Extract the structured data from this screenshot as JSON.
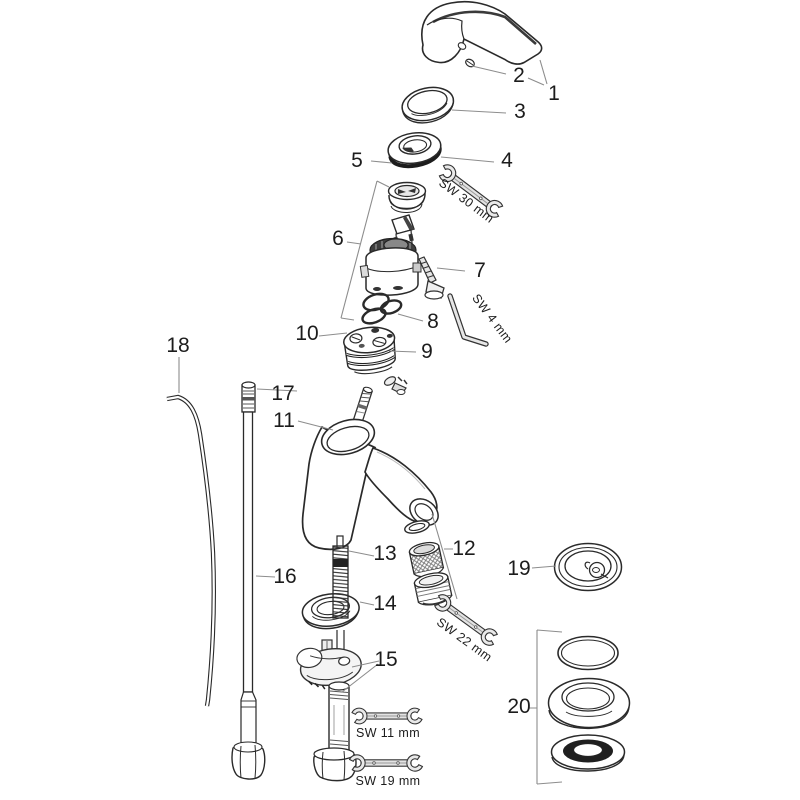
{
  "diagram": {
    "type": "exploded-parts-diagram",
    "background": "#ffffff",
    "line_color": "#2a2a2a",
    "part_labels": {
      "n1": "1",
      "n2": "2",
      "n3": "3",
      "n4": "4",
      "n5": "5",
      "n6": "6",
      "n7": "7",
      "n8": "8",
      "n9": "9",
      "n10": "10",
      "n11": "11",
      "n12": "12",
      "n13": "13",
      "n14": "14",
      "n15": "15",
      "n16": "16",
      "n17": "17",
      "n18": "18",
      "n19": "19",
      "n20": "20"
    },
    "tool_labels": {
      "sw30": "SW 30 mm",
      "sw4": "SW 4 mm",
      "sw22": "SW 22 mm",
      "sw11": "SW 11 mm",
      "sw19": "SW 19 mm"
    }
  }
}
